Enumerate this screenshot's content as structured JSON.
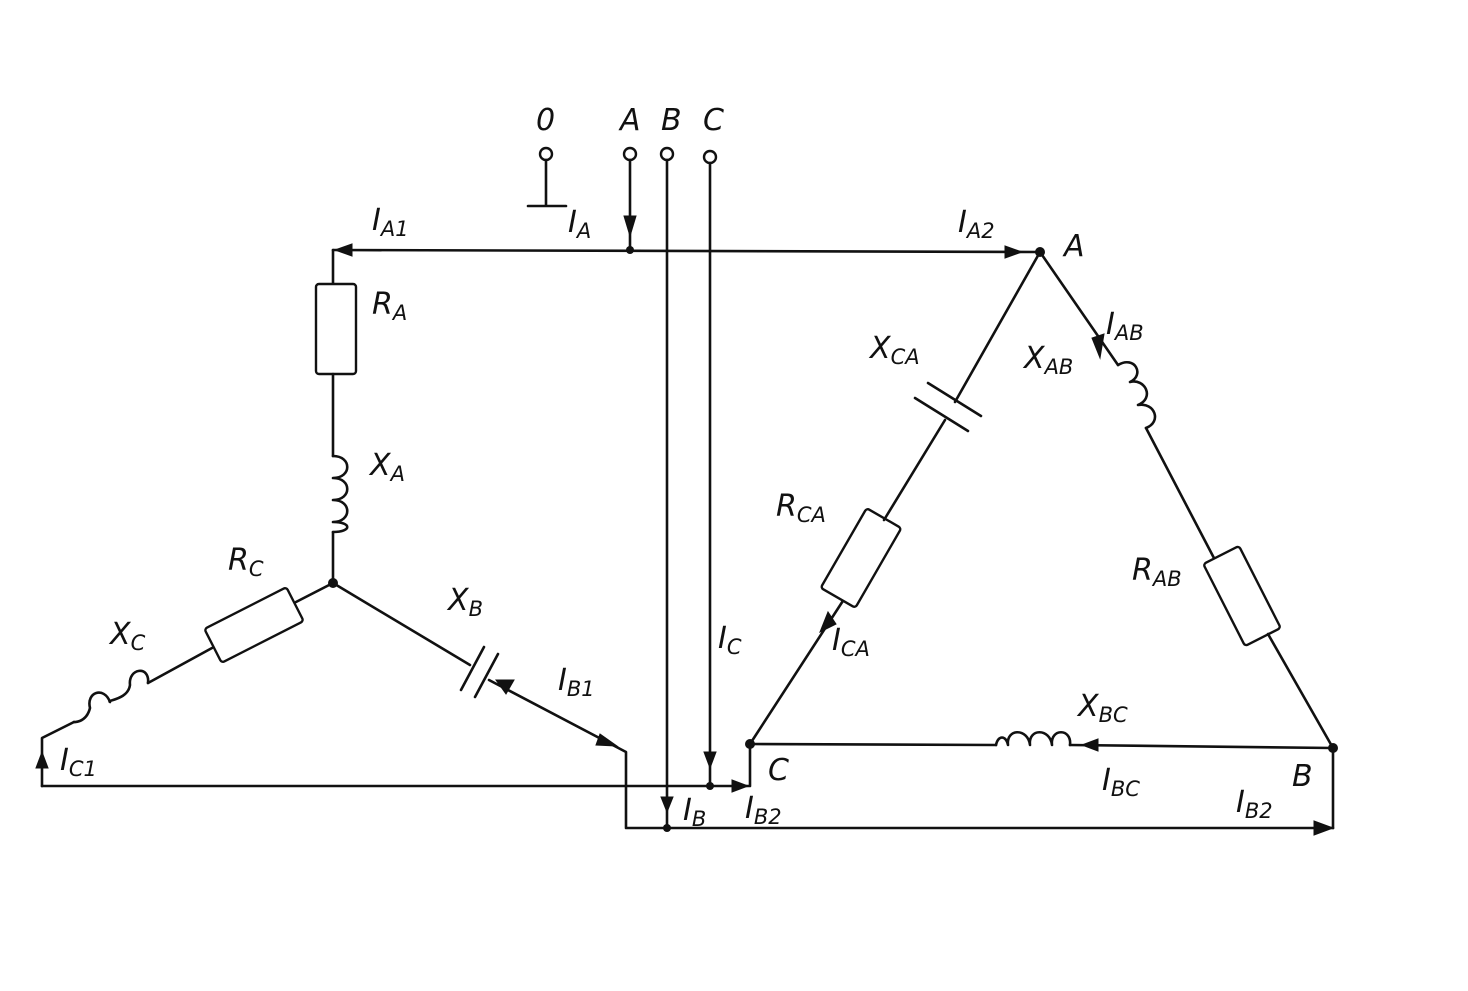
{
  "terminals": {
    "neutral": "0",
    "a": "A",
    "b": "B",
    "c": "C"
  },
  "star": {
    "current_a1": {
      "main": "I",
      "sub": "A1"
    },
    "current_b1": {
      "main": "I",
      "sub": "B1"
    },
    "current_c1": {
      "main": "I",
      "sub": "C1"
    },
    "r_a": {
      "main": "R",
      "sub": "A"
    },
    "x_a": {
      "main": "X",
      "sub": "A"
    },
    "r_c": {
      "main": "R",
      "sub": "C"
    },
    "x_c": {
      "main": "X",
      "sub": "C"
    },
    "x_b": {
      "main": "X",
      "sub": "B"
    }
  },
  "lines": {
    "current_a": {
      "main": "I",
      "sub": "A"
    },
    "current_b": {
      "main": "I",
      "sub": "B"
    },
    "current_c": {
      "main": "I",
      "sub": "C"
    }
  },
  "delta": {
    "node_a": "A",
    "node_b": "B",
    "node_c": "C",
    "current_a2": {
      "main": "I",
      "sub": "A2"
    },
    "current_b2_left": {
      "main": "I",
      "sub": "B2"
    },
    "current_b2_right": {
      "main": "I",
      "sub": "B2"
    },
    "current_ab": {
      "main": "I",
      "sub": "AB"
    },
    "current_bc": {
      "main": "I",
      "sub": "BC"
    },
    "current_ca": {
      "main": "I",
      "sub": "CA"
    },
    "x_ab": {
      "main": "X",
      "sub": "AB"
    },
    "r_ab": {
      "main": "R",
      "sub": "AB"
    },
    "x_bc": {
      "main": "X",
      "sub": "BC"
    },
    "x_ca": {
      "main": "X",
      "sub": "CA"
    },
    "r_ca": {
      "main": "R",
      "sub": "CA"
    }
  }
}
